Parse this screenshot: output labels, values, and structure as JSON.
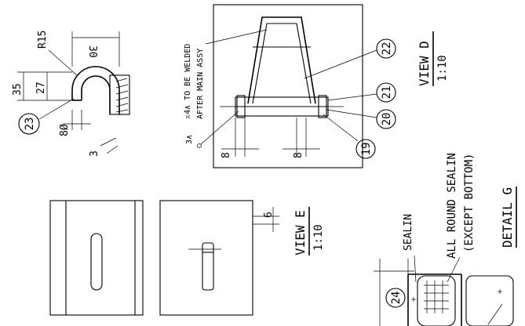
{
  "view_d": {
    "title": "VIEW D",
    "scale": "1:10",
    "weld_note_line1": "⌅4∧ TO BE WELDED",
    "weld_note_line2": "AFTER MAIN ASSY",
    "weld_symbol": "3∧",
    "dim_left": "8",
    "dim_right": "8",
    "balloons": [
      "22",
      "21",
      "20",
      "19"
    ]
  },
  "view_e": {
    "title": "VIEW E",
    "scale": "1:10",
    "dim": "6"
  },
  "profile": {
    "radius": "R15",
    "dim_30": "30",
    "dim_35": "35",
    "dim_27": "27",
    "dim_dia": "8Ø",
    "weld_small": "3",
    "balloon": "23"
  },
  "detail_g": {
    "title": "DETAIL G",
    "note_line1": "ALL ROUND SEALIN",
    "note_line2": "(EXCEPT BOTTOM)",
    "sealin_label": "SEALIN",
    "balloon": "24"
  }
}
